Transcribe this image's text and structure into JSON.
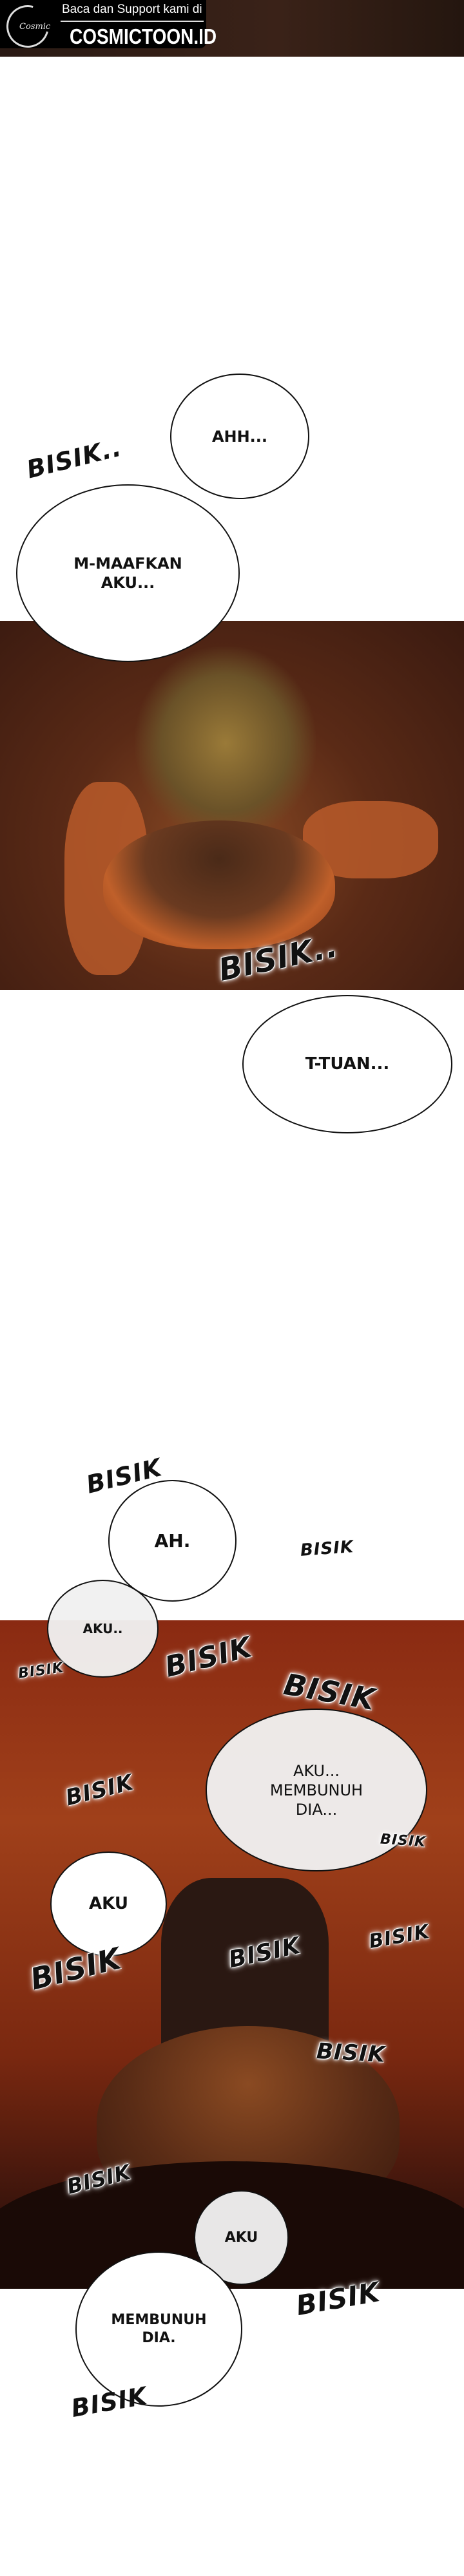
{
  "watermark": {
    "logo_text": "Cosmic",
    "tagline": "Baca dan Support kami di",
    "site": "COSMICTOON.ID"
  },
  "scene1": {
    "sfx": [
      "BISIK.."
    ],
    "bubbles": [
      "AHH...",
      "M-MAAFKAN AKU..."
    ]
  },
  "scene2": {
    "sfx": [
      "BISIK.."
    ],
    "bubbles": [
      "T-TUAN..."
    ]
  },
  "scene3": {
    "bubbles": [
      "AH.",
      "AKU..",
      "AKU... MEMBUNUH DIA...",
      "AKU",
      "AKU",
      "MEMBUNUH DIA."
    ],
    "sfx": [
      "BISIK",
      "BISIK",
      "BISIK",
      "BISIK",
      "BISIK",
      "BISIK",
      "BISIK",
      "BISIK",
      "BISIK",
      "BISIK",
      "BISIK",
      "BISIK",
      "BISIK",
      "BISIK"
    ]
  },
  "colors": {
    "panel_warm": "#8a2a12",
    "panel_plant": "#5a2a16",
    "bubble": "#ffffff",
    "ink": "#111111"
  }
}
